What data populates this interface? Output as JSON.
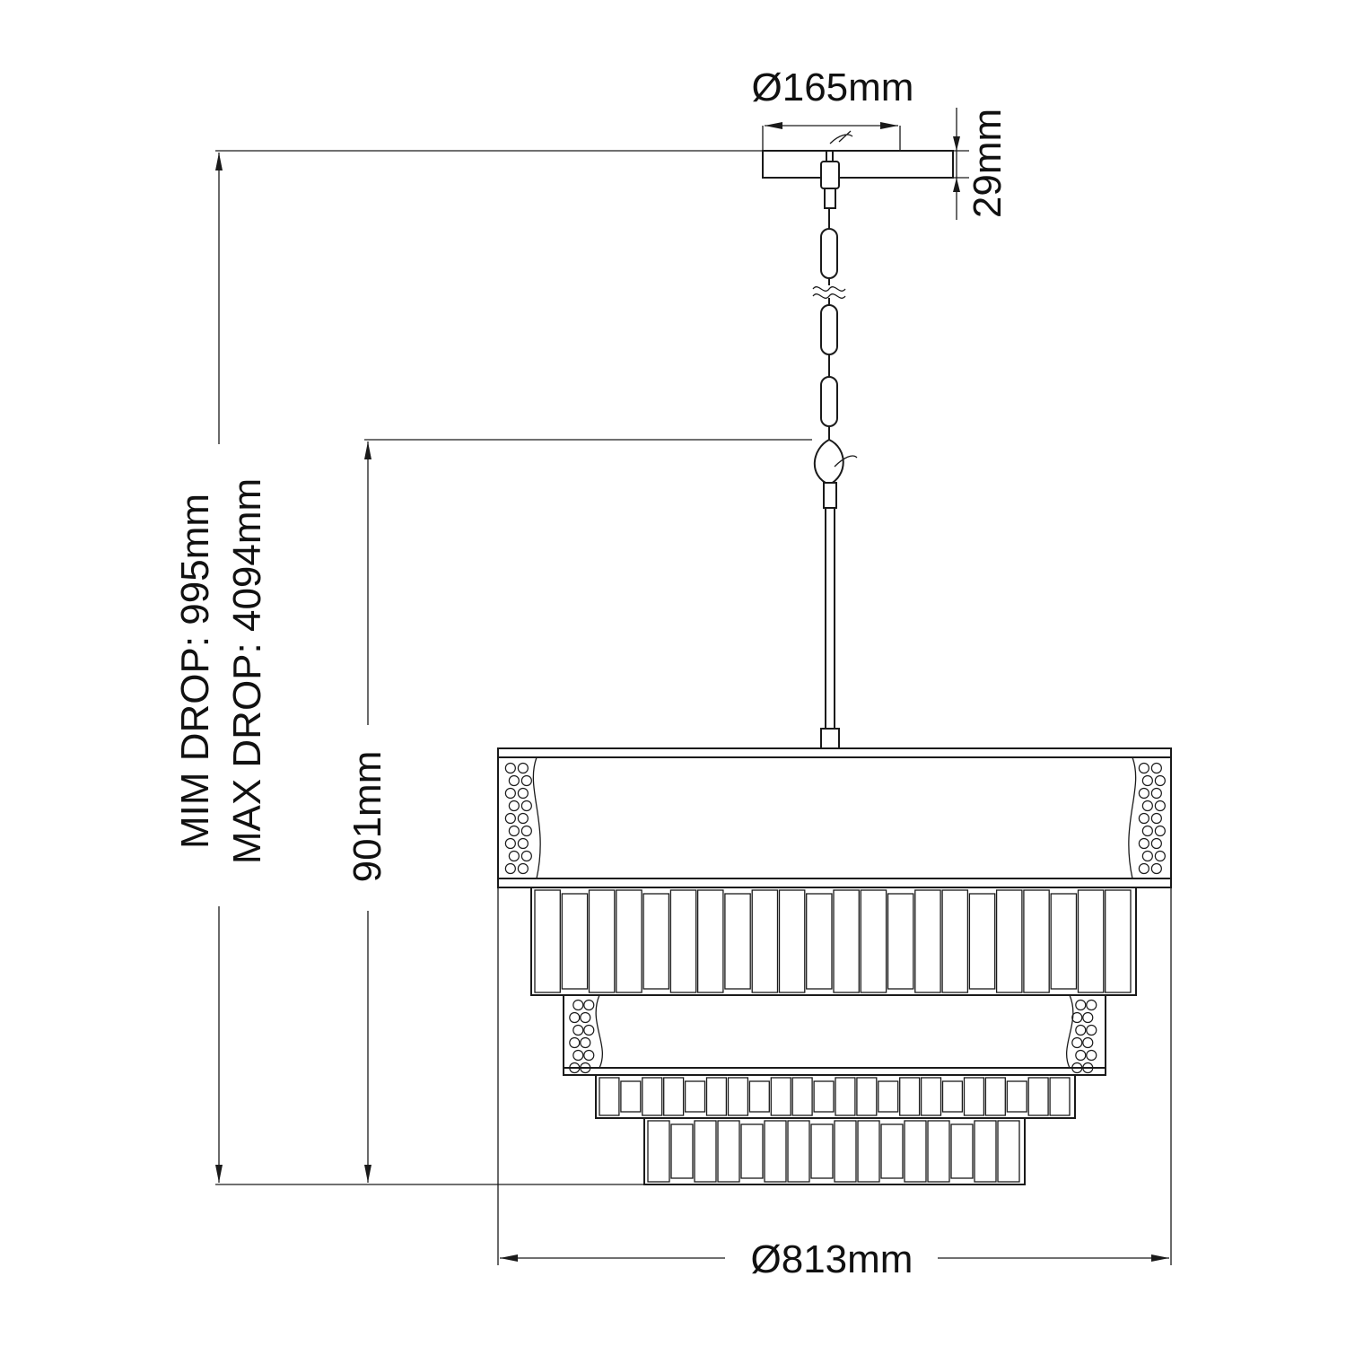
{
  "diagram": {
    "canopy_diameter": "Ø165mm",
    "canopy_height": "29mm",
    "min_drop": "MIM DROP: 995mm",
    "max_drop": "MAX DROP: 4094mm",
    "body_height": "901mm",
    "body_diameter": "Ø813mm"
  },
  "colors": {
    "line": "#1a1a1a",
    "background": "#ffffff"
  }
}
